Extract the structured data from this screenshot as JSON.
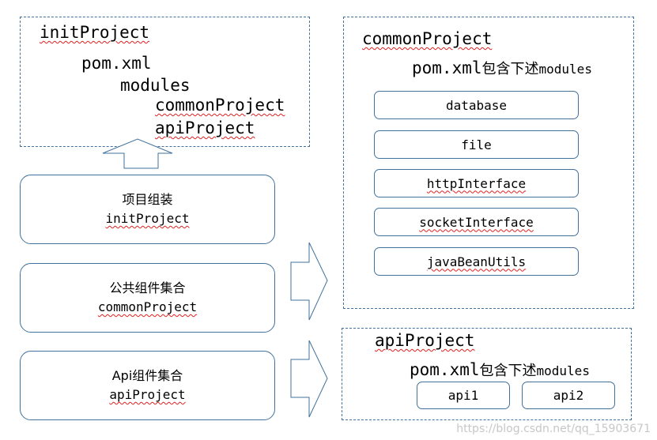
{
  "init_box": {
    "title": "initProject",
    "pom": "pom.xml",
    "modules": "modules",
    "module_1": "commonProject",
    "module_2": "apiProject"
  },
  "left_nodes": [
    {
      "title": "项目组装",
      "name": "initProject"
    },
    {
      "title": "公共组件集合",
      "name": "commonProject"
    },
    {
      "title": "Api组件集合",
      "name": "apiProject"
    }
  ],
  "common_box": {
    "title": "commonProject",
    "pom_prefix": "pom.xml",
    "pom_suffix": "包含下述",
    "pom_tail": "modules",
    "modules": [
      "database",
      "file",
      "httpInterface",
      "socketInterface",
      "javaBeanUtils"
    ]
  },
  "api_box": {
    "title": "apiProject",
    "pom_prefix": "pom.xml",
    "pom_suffix": "包含下述",
    "pom_tail": "modules",
    "modules": [
      "api1",
      "api2"
    ]
  },
  "watermark": "https://blog.csdn.net/qq_15903671",
  "colors": {
    "border": "#41719c",
    "spellcheck": "#e02020"
  }
}
